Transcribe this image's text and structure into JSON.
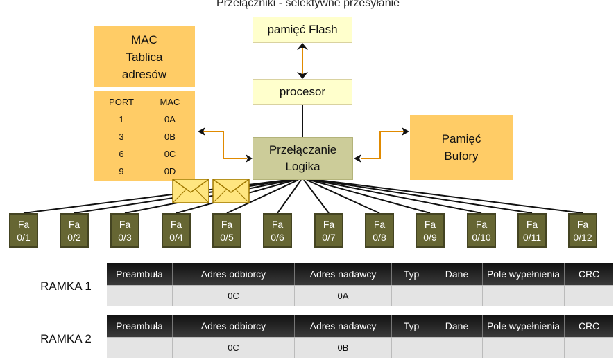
{
  "title": "Przełączniki - selektywne przesyłanie",
  "flash": "pamięć Flash",
  "processor": "procesor",
  "logic": "Przełączanie\nLogika",
  "mac_title": "MAC\nTablica\nadresów",
  "mac_table": {
    "headers": [
      "PORT",
      "MAC"
    ],
    "rows": [
      [
        "1",
        "0A"
      ],
      [
        "3",
        "0B"
      ],
      [
        "6",
        "0C"
      ],
      [
        "9",
        "0D"
      ]
    ]
  },
  "buffer": "Pamięć\nBufory",
  "ports": [
    {
      "name": "Fa",
      "num": "0/1"
    },
    {
      "name": "Fa",
      "num": "0/2"
    },
    {
      "name": "Fa",
      "num": "0/3"
    },
    {
      "name": "Fa",
      "num": "0/4"
    },
    {
      "name": "Fa",
      "num": "0/5"
    },
    {
      "name": "Fa",
      "num": "0/6"
    },
    {
      "name": "Fa",
      "num": "0/7"
    },
    {
      "name": "Fa",
      "num": "0/8"
    },
    {
      "name": "Fa",
      "num": "0/9"
    },
    {
      "name": "Fa",
      "num": "0/10"
    },
    {
      "name": "Fa",
      "num": "0/11"
    },
    {
      "name": "Fa",
      "num": "0/12"
    }
  ],
  "frame_headers": [
    "Preambuła",
    "Adres odbiorcy",
    "Adres nadawcy",
    "Typ",
    "Dane",
    "Pole wypełnienia",
    "CRC"
  ],
  "frames": [
    {
      "label": "RAMKA 1",
      "values": [
        "",
        "0C",
        "0A",
        "",
        "",
        "",
        ""
      ]
    },
    {
      "label": "RAMKA 2",
      "values": [
        "",
        "0C",
        "0B",
        "",
        "",
        "",
        ""
      ]
    }
  ],
  "colors": {
    "orange": "#ffcc66",
    "yellow": "#ffffcc",
    "olive": "#cccc99",
    "port": "#666633",
    "arrow": "#e08a00"
  }
}
